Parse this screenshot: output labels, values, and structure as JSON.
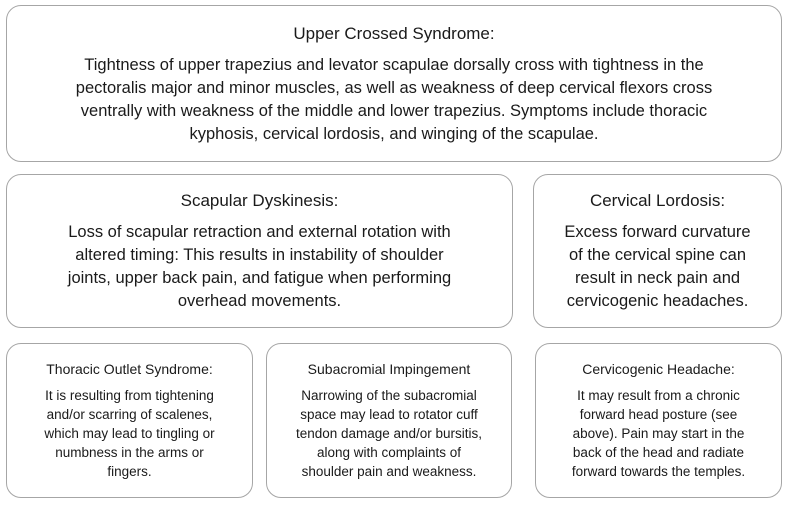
{
  "diagram": {
    "title": "Upper Crossed Syndrome concept map",
    "colors": {
      "background": "#ffffff",
      "box_background": "#ffffff",
      "box_border": "#a6a6a6",
      "text": "#1a1a1a"
    },
    "boxes": [
      {
        "id": "upper-crossed-syndrome",
        "title": "Upper Crossed Syndrome:",
        "body": "Tightness of upper trapezius and levator scapulae dorsally cross with tightness in the\npectoralis major and minor muscles, as well as weakness of deep cervical flexors cross\nventrally with weakness of the middle and lower trapezius. Symptoms include thoracic\nkyphosis, cervical lordosis, and winging of the scapulae."
      },
      {
        "id": "scapular-dyskinesis",
        "title": "Scapular Dyskinesis:",
        "body": "Loss of scapular retraction and external rotation with\naltered timing: This results in instability of shoulder\njoints, upper back pain, and fatigue when performing\noverhead movements."
      },
      {
        "id": "cervical-lordosis",
        "title": "Cervical Lordosis:",
        "body": "Excess forward curvature\nof the cervical spine can\nresult in neck pain and\ncervicogenic headaches."
      },
      {
        "id": "thoracic-outlet-syndrome",
        "title": "Thoracic Outlet Syndrome:",
        "body": "It is resulting from tightening\nand/or scarring of scalenes,\nwhich may lead to tingling or\nnumbness in the arms or\nfingers."
      },
      {
        "id": "subacromial-impingement",
        "title": "Subacromial Impingement",
        "body": "Narrowing of the subacromial\nspace may lead to rotator cuff\ntendon damage and/or bursitis,\nalong with complaints of\nshoulder pain and weakness."
      },
      {
        "id": "cervicogenic-headache",
        "title": "Cervicogenic Headache:",
        "body": "It may result from a chronic\nforward head posture (see\nabove). Pain may start in the\nback of the head and radiate\nforward towards the temples."
      }
    ]
  }
}
